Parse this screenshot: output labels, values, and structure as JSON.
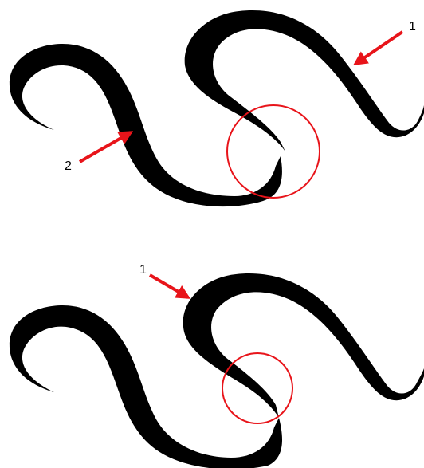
{
  "colors": {
    "stroke": "#000000",
    "annotation": "#e8141a",
    "background": "#ffffff"
  },
  "top_panel": {
    "labels": {
      "upper_right": "1",
      "left": "2"
    }
  },
  "bottom_panel": {
    "labels": {
      "upper_left": "1"
    }
  }
}
